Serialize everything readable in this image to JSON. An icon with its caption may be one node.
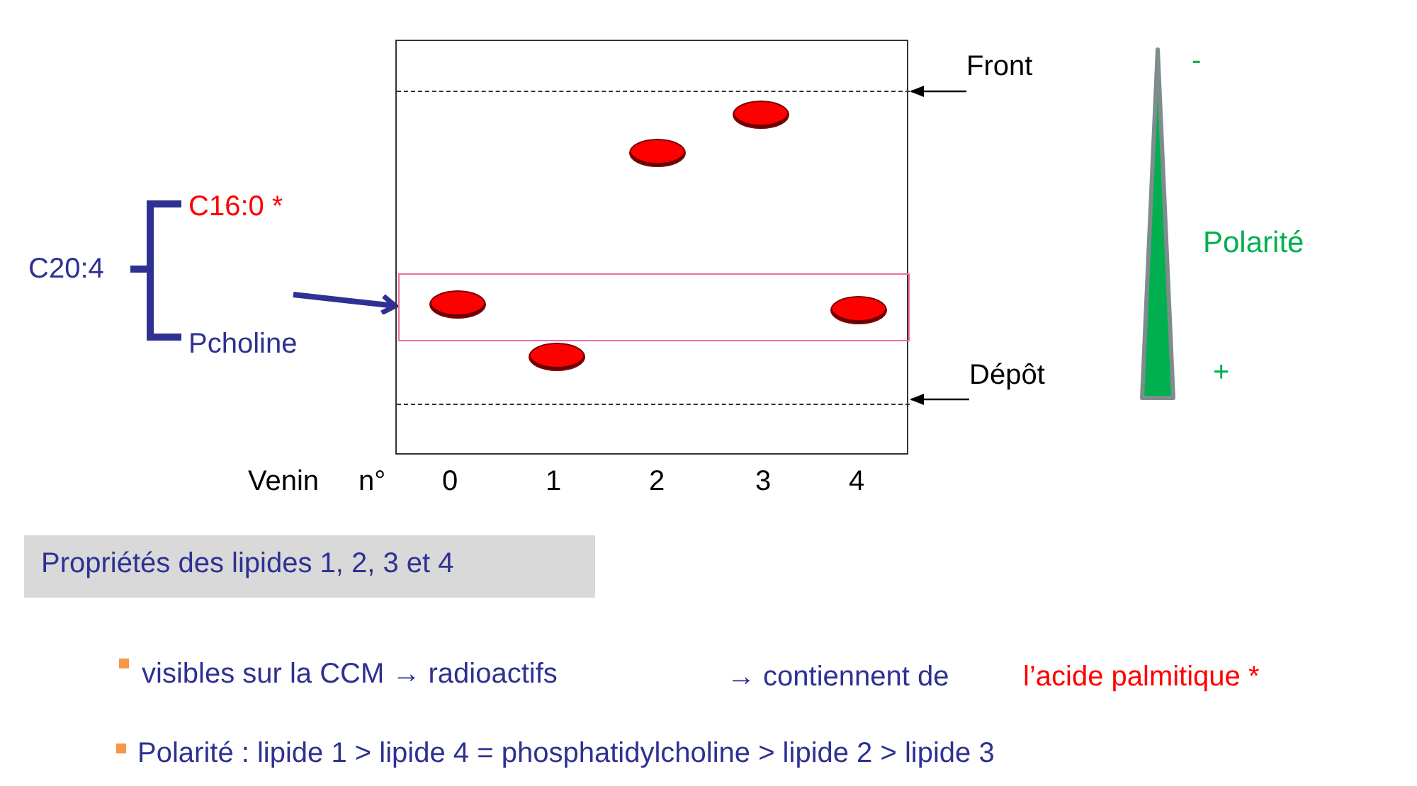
{
  "diagram": {
    "nodes": [
      {
        "text": [],
        "shape": "box"
      },
      {
        "text": [],
        "shape": "line",
        "in": 0
      },
      {
        "text": [],
        "shape": "box",
        "in": 0
      },
      {
        "text": [],
        "shape": "circle",
        "in": 2
      },
      {
        "text": [],
        "shape": "circle",
        "in": 2
      },
      {
        "text": [],
        "shape": "circle",
        "in": 0
      },
      {
        "text": [],
        "shape": "circle",
        "in": 0
      },
      {
        "text": [],
        "shape": "circle",
        "in": 0
      },
      {
        "text": [],
        "shape": "line",
        "in": 0
      },
      {
        "text": [
          "Front"
        ]
      },
      {
        "text": [
          "Dépôt"
        ]
      },
      {
        "text": [
          "Propriétés des lipides 1, 2, 3 et 4"
        ]
      },
      {
        "text": [],
        "shape": "triangle"
      }
    ],
    "edges": [
      {
        "from": 9,
        "to": 1,
        "arrow": "to"
      },
      {
        "from": 10,
        "to": 8,
        "arrow": "to"
      },
      {
        "from": null,
        "to": 2,
        "arrow": "to",
        "style": "thick",
        "color": "#2e3192"
      }
    ],
    "labels": [
      "C16:0 *",
      "C20:4",
      "Pcholine",
      "Polarité",
      "-",
      "+",
      "Venin",
      "n°",
      "0",
      "1",
      "2",
      "3",
      "4",
      "visibles sur la CCM → radioactifs",
      "→ contiennent de",
      "l’acide palmitique *",
      "Polarité : lipide 1 > lipide 4 = phosphatidylcholine > lipide 2 > lipide 3"
    ]
  }
}
